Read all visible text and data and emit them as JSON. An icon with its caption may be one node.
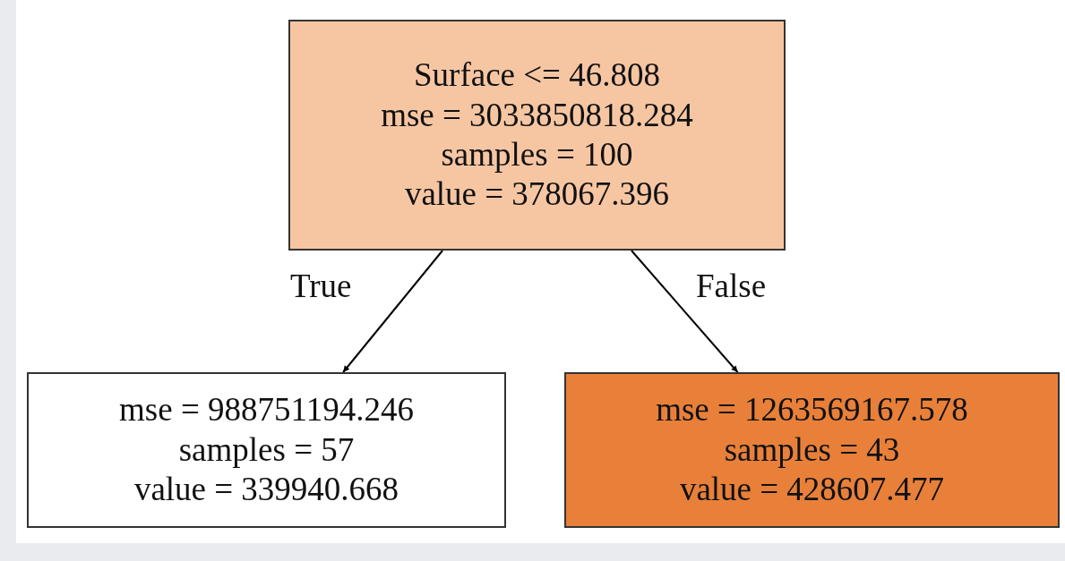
{
  "diagram": {
    "nodes": [
      {
        "text": [
          "Surface <= 46.808",
          "mse = 3033850818.284",
          "samples = 100",
          "value = 378067.396"
        ]
      },
      {
        "text": [
          "mse = 988751194.246",
          "samples = 57",
          "value = 339940.668"
        ]
      },
      {
        "text": [
          "mse = 1263569167.578",
          "samples = 43",
          "value = 428607.477"
        ]
      }
    ],
    "edges": [
      {
        "from": 0,
        "to": 1,
        "arrow": "to",
        "label": "True"
      },
      {
        "from": 0,
        "to": 2,
        "arrow": "to",
        "label": "False"
      }
    ]
  }
}
